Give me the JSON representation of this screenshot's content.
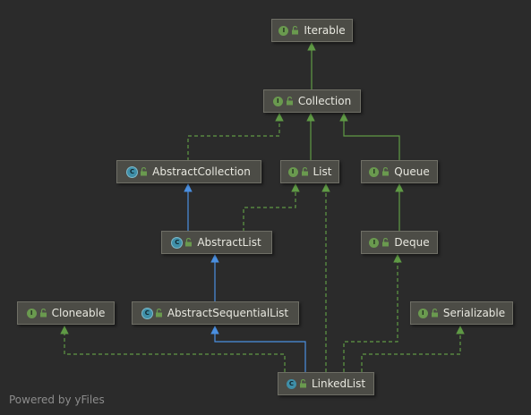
{
  "nodes": {
    "iterable": {
      "label": "Iterable",
      "kind": "I"
    },
    "collection": {
      "label": "Collection",
      "kind": "I"
    },
    "abstract_collection": {
      "label": "AbstractCollection",
      "kind": "C"
    },
    "list": {
      "label": "List",
      "kind": "I"
    },
    "queue": {
      "label": "Queue",
      "kind": "I"
    },
    "abstract_list": {
      "label": "AbstractList",
      "kind": "C"
    },
    "deque": {
      "label": "Deque",
      "kind": "I"
    },
    "cloneable": {
      "label": "Cloneable",
      "kind": "I"
    },
    "abstract_sequential_list": {
      "label": "AbstractSequentialList",
      "kind": "C"
    },
    "serializable": {
      "label": "Serializable",
      "kind": "I"
    },
    "linked_list": {
      "label": "LinkedList",
      "kind": "C"
    }
  },
  "footer": "Powered by yFiles",
  "colors": {
    "background": "#2b2b2b",
    "implements_edge": "#5f9a45",
    "extends_edge": "#4a8fe0",
    "node_fill": "#4c4c46"
  }
}
